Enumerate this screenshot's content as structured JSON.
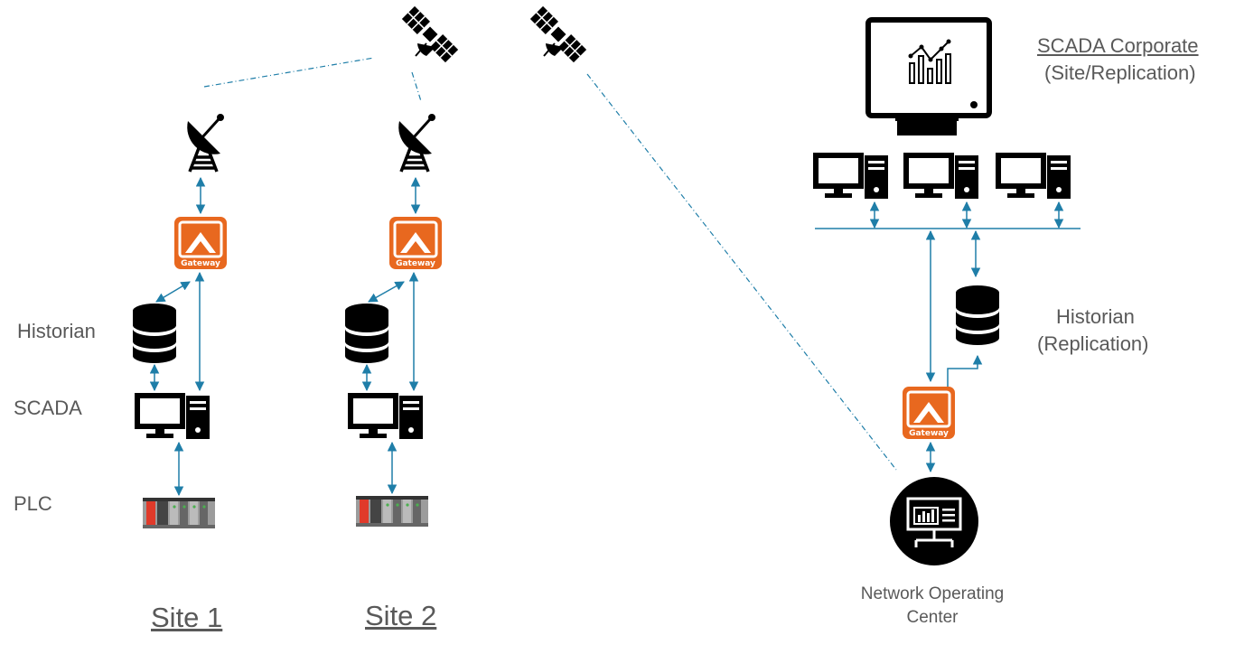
{
  "labels": {
    "historian": "Historian",
    "scada": "SCADA",
    "plc": "PLC",
    "site1": "Site 1",
    "site2": "Site 2",
    "scada_corporate_line1": "SCADA Corporate",
    "scada_corporate_line2": "(Site/Replication)",
    "historian_repl_line1": "Historian",
    "historian_repl_line2": "(Replication)",
    "noc_line1": "Network Operating",
    "noc_line2": "Center",
    "gateway": "Gateway"
  },
  "colors": {
    "link": "#1f7ea8",
    "gateway": "#e8681f",
    "icon": "#000000",
    "text": "#595959"
  },
  "icons": [
    "satellite-icon",
    "satellite-dish-icon",
    "gateway-icon",
    "database-icon",
    "computer-icon",
    "plc-icon",
    "monitor-icon",
    "noc-icon"
  ]
}
